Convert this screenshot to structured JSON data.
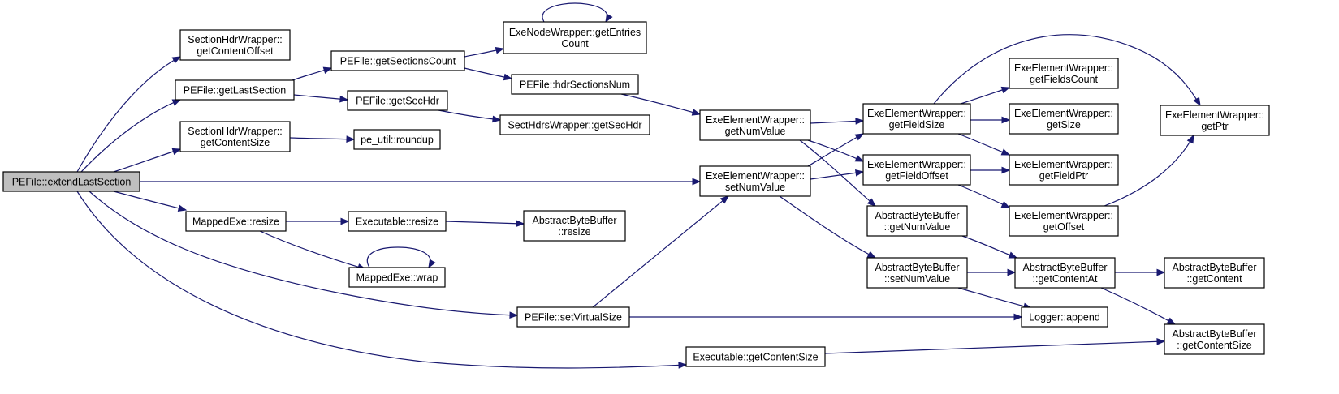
{
  "graph": {
    "colors": {
      "edge": "#191970",
      "root_fill": "#bfbfbf",
      "node_fill": "#ffffff",
      "border": "#000000"
    },
    "nodes": [
      {
        "id": "extendLastSection",
        "lines": [
          "PEFile::extendLastSection"
        ],
        "root": true
      },
      {
        "id": "sh_getContentOffset",
        "lines": [
          "SectionHdrWrapper::",
          "getContentOffset"
        ]
      },
      {
        "id": "getLastSection",
        "lines": [
          "PEFile::getLastSection"
        ]
      },
      {
        "id": "sh_getContentSize",
        "lines": [
          "SectionHdrWrapper::",
          "getContentSize"
        ]
      },
      {
        "id": "me_resize",
        "lines": [
          "MappedExe::resize"
        ]
      },
      {
        "id": "getSectionsCount",
        "lines": [
          "PEFile::getSectionsCount"
        ]
      },
      {
        "id": "getSecHdr",
        "lines": [
          "PEFile::getSecHdr"
        ]
      },
      {
        "id": "roundup",
        "lines": [
          "pe_util::roundup"
        ]
      },
      {
        "id": "ex_resize",
        "lines": [
          "Executable::resize"
        ]
      },
      {
        "id": "wrap",
        "lines": [
          "MappedExe::wrap"
        ]
      },
      {
        "id": "setVirtualSize",
        "lines": [
          "PEFile::setVirtualSize"
        ]
      },
      {
        "id": "ex_getContentSize",
        "lines": [
          "Executable::getContentSize"
        ]
      },
      {
        "id": "getEntriesCount",
        "lines": [
          "ExeNodeWrapper::getEntries",
          "Count"
        ]
      },
      {
        "id": "hdrSectionsNum",
        "lines": [
          "PEFile::hdrSectionsNum"
        ]
      },
      {
        "id": "shw_getSecHdr",
        "lines": [
          "SectHdrsWrapper::getSecHdr"
        ]
      },
      {
        "id": "abb_resize",
        "lines": [
          "AbstractByteBuffer",
          "::resize"
        ]
      },
      {
        "id": "ew_getNumValue",
        "lines": [
          "ExeElementWrapper::",
          "getNumValue"
        ]
      },
      {
        "id": "ew_setNumValue",
        "lines": [
          "ExeElementWrapper::",
          "setNumValue"
        ]
      },
      {
        "id": "ew_getFieldSize",
        "lines": [
          "ExeElementWrapper::",
          "getFieldSize"
        ]
      },
      {
        "id": "ew_getFieldOffset",
        "lines": [
          "ExeElementWrapper::",
          "getFieldOffset"
        ]
      },
      {
        "id": "abb_getNumValue",
        "lines": [
          "AbstractByteBuffer",
          "::getNumValue"
        ]
      },
      {
        "id": "abb_setNumValue",
        "lines": [
          "AbstractByteBuffer",
          "::setNumValue"
        ]
      },
      {
        "id": "ew_getFieldsCount",
        "lines": [
          "ExeElementWrapper::",
          "getFieldsCount"
        ]
      },
      {
        "id": "ew_getSize",
        "lines": [
          "ExeElementWrapper::",
          "getSize"
        ]
      },
      {
        "id": "ew_getFieldPtr",
        "lines": [
          "ExeElementWrapper::",
          "getFieldPtr"
        ]
      },
      {
        "id": "ew_getOffset",
        "lines": [
          "ExeElementWrapper::",
          "getOffset"
        ]
      },
      {
        "id": "abb_getContentAt",
        "lines": [
          "AbstractByteBuffer",
          "::getContentAt"
        ]
      },
      {
        "id": "logger_append",
        "lines": [
          "Logger::append"
        ]
      },
      {
        "id": "ew_getPtr",
        "lines": [
          "ExeElementWrapper::",
          "getPtr"
        ]
      },
      {
        "id": "abb_getContent",
        "lines": [
          "AbstractByteBuffer",
          "::getContent"
        ]
      },
      {
        "id": "abb_getContentSize",
        "lines": [
          "AbstractByteBuffer",
          "::getContentSize"
        ]
      }
    ],
    "edges": [
      [
        "extendLastSection",
        "sh_getContentOffset"
      ],
      [
        "extendLastSection",
        "getLastSection"
      ],
      [
        "extendLastSection",
        "sh_getContentSize"
      ],
      [
        "extendLastSection",
        "ew_setNumValue"
      ],
      [
        "extendLastSection",
        "me_resize"
      ],
      [
        "extendLastSection",
        "setVirtualSize"
      ],
      [
        "extendLastSection",
        "ex_getContentSize"
      ],
      [
        "getLastSection",
        "getSectionsCount"
      ],
      [
        "getLastSection",
        "getSecHdr"
      ],
      [
        "getSectionsCount",
        "getEntriesCount"
      ],
      [
        "getEntriesCount",
        "getEntriesCount"
      ],
      [
        "getSectionsCount",
        "hdrSectionsNum"
      ],
      [
        "hdrSectionsNum",
        "ew_getNumValue"
      ],
      [
        "getSecHdr",
        "shw_getSecHdr"
      ],
      [
        "sh_getContentSize",
        "roundup"
      ],
      [
        "me_resize",
        "ex_resize"
      ],
      [
        "me_resize",
        "wrap"
      ],
      [
        "wrap",
        "wrap"
      ],
      [
        "ex_resize",
        "abb_resize"
      ],
      [
        "setVirtualSize",
        "ew_setNumValue"
      ],
      [
        "setVirtualSize",
        "logger_append"
      ],
      [
        "ex_getContentSize",
        "abb_getContentSize"
      ],
      [
        "ew_getNumValue",
        "ew_getFieldSize"
      ],
      [
        "ew_getNumValue",
        "ew_getFieldOffset"
      ],
      [
        "ew_getNumValue",
        "abb_getNumValue"
      ],
      [
        "ew_setNumValue",
        "ew_getFieldSize"
      ],
      [
        "ew_setNumValue",
        "ew_getFieldOffset"
      ],
      [
        "ew_setNumValue",
        "abb_setNumValue"
      ],
      [
        "ew_getFieldSize",
        "ew_getPtr"
      ],
      [
        "ew_getFieldSize",
        "ew_getFieldsCount"
      ],
      [
        "ew_getFieldSize",
        "ew_getSize"
      ],
      [
        "ew_getFieldSize",
        "ew_getFieldPtr"
      ],
      [
        "ew_getFieldOffset",
        "ew_getFieldPtr"
      ],
      [
        "ew_getFieldOffset",
        "ew_getOffset"
      ],
      [
        "ew_getOffset",
        "ew_getPtr"
      ],
      [
        "abb_getNumValue",
        "abb_getContentAt"
      ],
      [
        "abb_setNumValue",
        "abb_getContentAt"
      ],
      [
        "abb_setNumValue",
        "logger_append"
      ],
      [
        "abb_getContentAt",
        "abb_getContent"
      ],
      [
        "abb_getContentAt",
        "abb_getContentSize"
      ]
    ]
  }
}
